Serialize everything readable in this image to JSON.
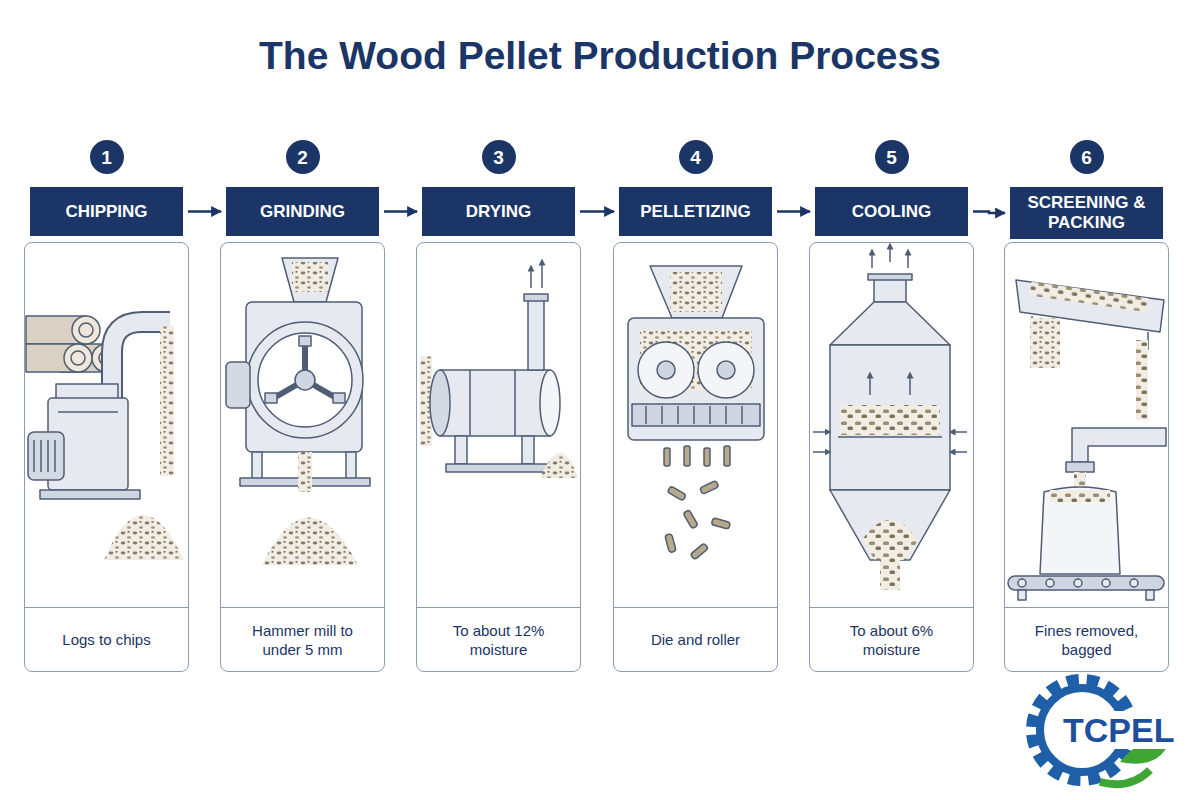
{
  "diagram": {
    "title": "The Wood Pellet Production Process",
    "nodes": [
      {
        "text": [
          "1"
        ]
      },
      {
        "text": [
          "CHIPPING"
        ]
      },
      {
        "text": [
          "Logs to chips"
        ]
      },
      {
        "text": [
          "2"
        ]
      },
      {
        "text": [
          "GRINDING"
        ]
      },
      {
        "text": [
          "Hammer mill to under 5 mm"
        ]
      },
      {
        "text": [
          "3"
        ]
      },
      {
        "text": [
          "DRYING"
        ]
      },
      {
        "text": [
          "To about 12% moisture"
        ]
      },
      {
        "text": [
          "4"
        ]
      },
      {
        "text": [
          "PELLETIZING"
        ]
      },
      {
        "text": [
          "Die and roller"
        ]
      },
      {
        "text": [
          "5"
        ]
      },
      {
        "text": [
          "COOLING"
        ]
      },
      {
        "text": [
          "To about 6% moisture"
        ]
      },
      {
        "text": [
          "6"
        ]
      },
      {
        "text": [
          "SCREENING & PACKING"
        ]
      },
      {
        "text": [
          "Fines removed, bagged"
        ]
      }
    ],
    "edges": [
      {
        "from": 1,
        "to": 4,
        "arrow": "to"
      },
      {
        "from": 4,
        "to": 7,
        "arrow": "to"
      },
      {
        "from": 7,
        "to": 10,
        "arrow": "to"
      },
      {
        "from": 10,
        "to": 13,
        "arrow": "to"
      },
      {
        "from": 13,
        "to": 16,
        "arrow": "to"
      }
    ],
    "labels": [
      "TCPEL"
    ]
  }
}
